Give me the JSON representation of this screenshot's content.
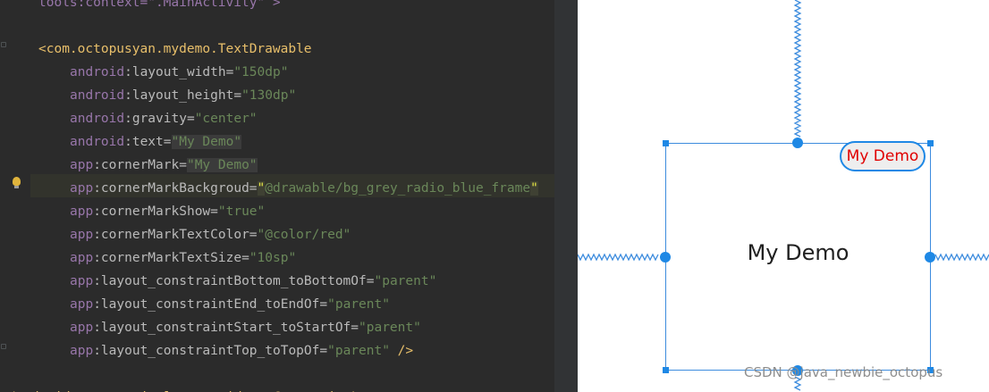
{
  "editor": {
    "lines": [
      {
        "segments": [
          {
            "t": "tools:context=\".MainActivity\" >",
            "c": "ns"
          }
        ]
      },
      {
        "segments": []
      },
      {
        "segments": [
          {
            "t": "<com.octopusyan.mydemo.TextDrawable",
            "c": "tag"
          }
        ]
      },
      {
        "segments": [
          {
            "t": "android",
            "c": "ns"
          },
          {
            "t": ":layout_width=",
            "c": "attr"
          },
          {
            "t": "\"150dp\"",
            "c": "val"
          }
        ]
      },
      {
        "segments": [
          {
            "t": "android",
            "c": "ns"
          },
          {
            "t": ":layout_height=",
            "c": "attr"
          },
          {
            "t": "\"130dp\"",
            "c": "val"
          }
        ]
      },
      {
        "segments": [
          {
            "t": "android",
            "c": "ns"
          },
          {
            "t": ":gravity=",
            "c": "attr"
          },
          {
            "t": "\"center\"",
            "c": "val"
          }
        ]
      },
      {
        "segments": [
          {
            "t": "android",
            "c": "ns"
          },
          {
            "t": ":text=",
            "c": "attr"
          },
          {
            "t": "\"My Demo\"",
            "c": "val hl-text"
          }
        ]
      },
      {
        "segments": [
          {
            "t": "app",
            "c": "ns"
          },
          {
            "t": ":cornerMark=",
            "c": "attr"
          },
          {
            "t": "\"My Demo\"",
            "c": "val hl-text"
          }
        ]
      },
      {
        "segments": [
          {
            "t": "app",
            "c": "ns"
          },
          {
            "t": ":cornerMarkBackgroud=",
            "c": "attr"
          },
          {
            "t": "\"",
            "c": "quote-hl"
          },
          {
            "t": "@drawable/bg_grey_radio_blue_frame",
            "c": "val"
          },
          {
            "t": "\"",
            "c": "quote-hl"
          }
        ]
      },
      {
        "segments": [
          {
            "t": "app",
            "c": "ns"
          },
          {
            "t": ":cornerMarkShow=",
            "c": "attr"
          },
          {
            "t": "\"true\"",
            "c": "val"
          }
        ]
      },
      {
        "segments": [
          {
            "t": "app",
            "c": "ns"
          },
          {
            "t": ":cornerMarkTextColor=",
            "c": "attr"
          },
          {
            "t": "\"@color/red\"",
            "c": "val"
          }
        ]
      },
      {
        "segments": [
          {
            "t": "app",
            "c": "ns"
          },
          {
            "t": ":cornerMarkTextSize=",
            "c": "attr"
          },
          {
            "t": "\"10sp\"",
            "c": "val"
          }
        ]
      },
      {
        "segments": [
          {
            "t": "app",
            "c": "ns"
          },
          {
            "t": ":layout_constraintBottom_toBottomOf=",
            "c": "attr"
          },
          {
            "t": "\"parent\"",
            "c": "val"
          }
        ]
      },
      {
        "segments": [
          {
            "t": "app",
            "c": "ns"
          },
          {
            "t": ":layout_constraintEnd_toEndOf=",
            "c": "attr"
          },
          {
            "t": "\"parent\"",
            "c": "val"
          }
        ]
      },
      {
        "segments": [
          {
            "t": "app",
            "c": "ns"
          },
          {
            "t": ":layout_constraintStart_toStartOf=",
            "c": "attr"
          },
          {
            "t": "\"parent\"",
            "c": "val"
          }
        ]
      },
      {
        "segments": [
          {
            "t": "app",
            "c": "ns"
          },
          {
            "t": ":layout_constraintTop_toTopOf=",
            "c": "attr"
          },
          {
            "t": "\"parent\"",
            "c": "val"
          },
          {
            "t": " />",
            "c": "tag"
          }
        ]
      },
      {
        "segments": []
      },
      {
        "segments": [
          {
            "t": "</androidx.constraintlayout.widget.ConstraintLayout>",
            "c": "tag"
          }
        ]
      }
    ]
  },
  "preview": {
    "view_text": "My Demo",
    "corner_mark": "My Demo",
    "corner_mark_color": "#e00000",
    "selection_color": "#1e88e5"
  },
  "watermark": "CSDN @java_newbie_octopus",
  "icons": {
    "bulb": "intention-bulb-icon",
    "fold": "fold-marker-icon"
  }
}
